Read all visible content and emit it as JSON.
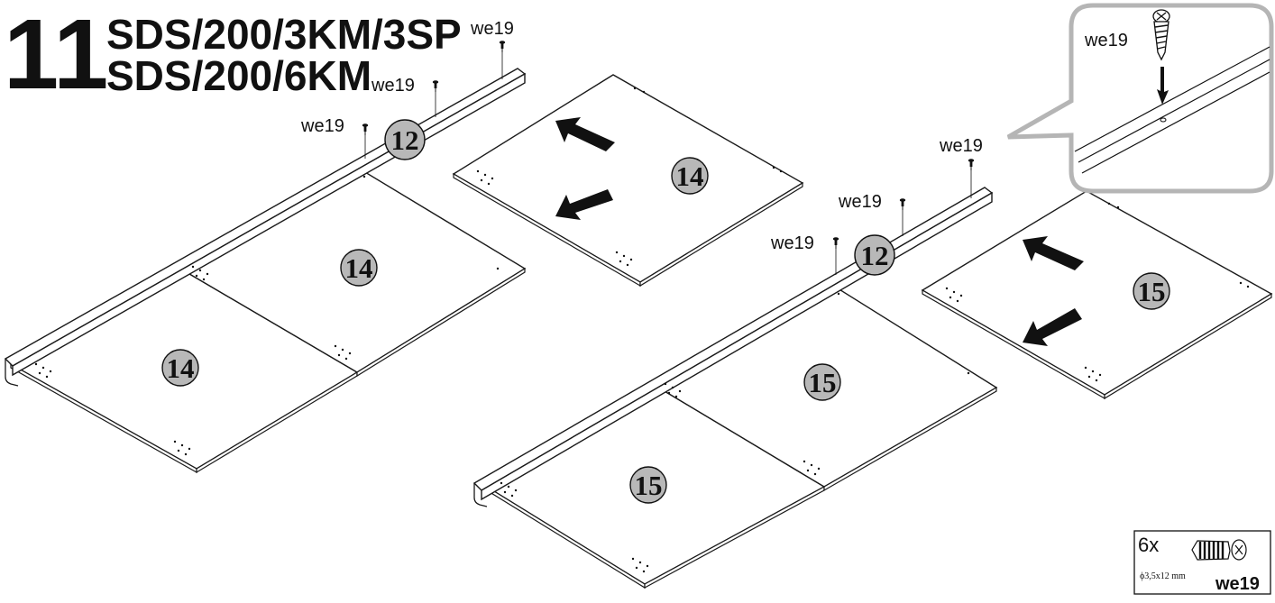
{
  "step": {
    "number": "11",
    "model_line_1": "SDS/200/3KM/3SP",
    "model_line_2": "SDS/200/6KM"
  },
  "screw_label": "we19",
  "parts": {
    "rail": "12",
    "panel_left": "14",
    "panel_right": "15"
  },
  "parts_box": {
    "quantity": "6x",
    "dimension": "ϕ3,5x12 mm",
    "code": "we19"
  },
  "colors": {
    "badge_fill": "#b8b8b8",
    "callout_border": "#b5b5b5",
    "ink": "#111111"
  },
  "icons": [
    "screw-icon",
    "arrow-icon"
  ]
}
